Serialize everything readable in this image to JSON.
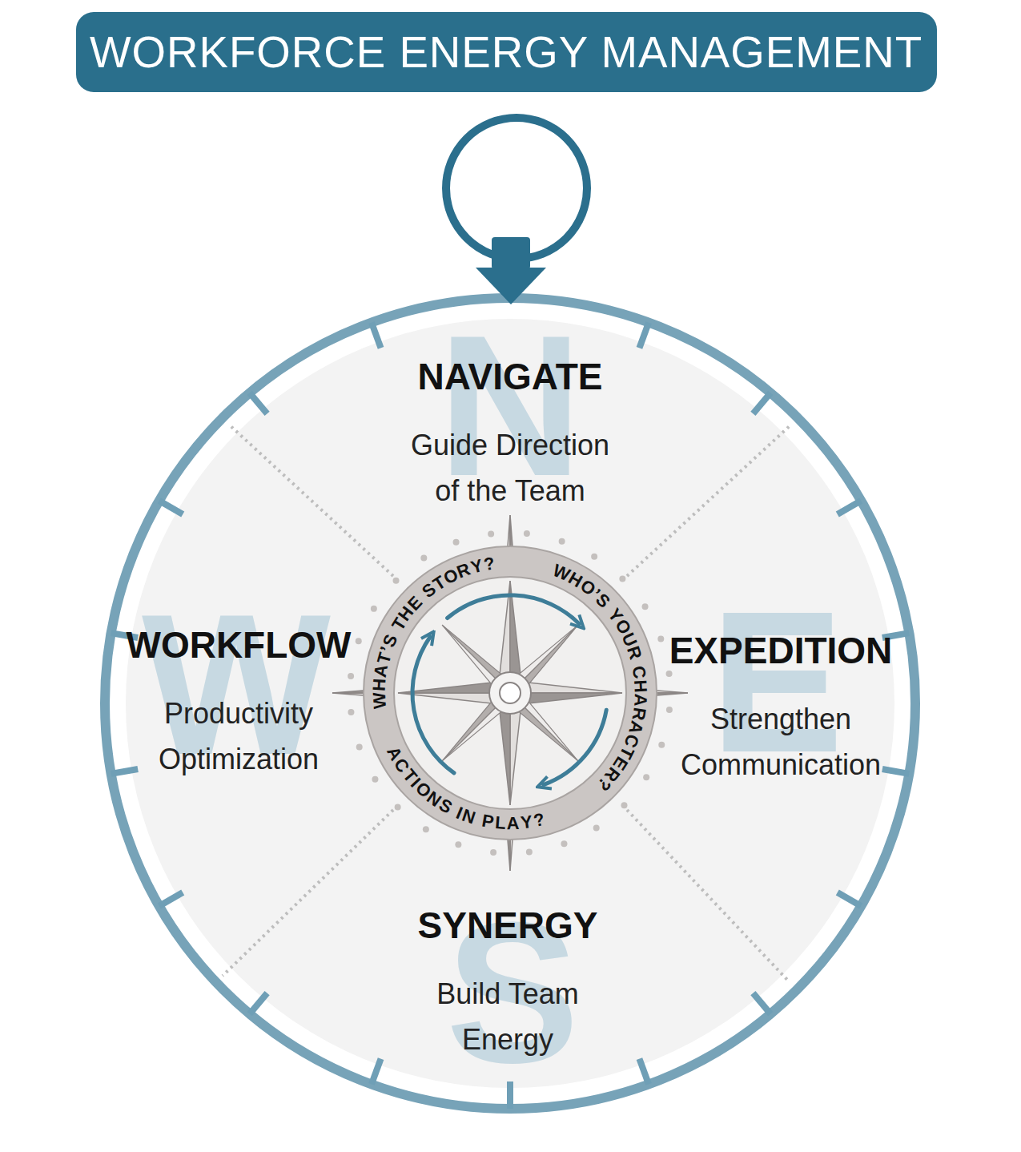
{
  "diagram": {
    "title": "WORKFORCE ENERGY MANAGEMENT",
    "nodes": [
      {
        "text": [
          "NAVIGATE",
          "Guide Direction of the Team"
        ]
      },
      {
        "text": [
          "WORKFLOW",
          "Productivity Optimization"
        ]
      },
      {
        "text": [
          "WHAT’S THE STORY?",
          "WHO’S YOUR CHARACTER?",
          "ACTIONS IN PLAY?"
        ]
      },
      {
        "text": [
          "EXPEDITION",
          "Strengthen Communication"
        ]
      },
      {
        "text": [
          "SYNERGY",
          "Build Team Energy"
        ]
      }
    ],
    "labels": [
      "N",
      "W",
      "E",
      "S"
    ]
  }
}
